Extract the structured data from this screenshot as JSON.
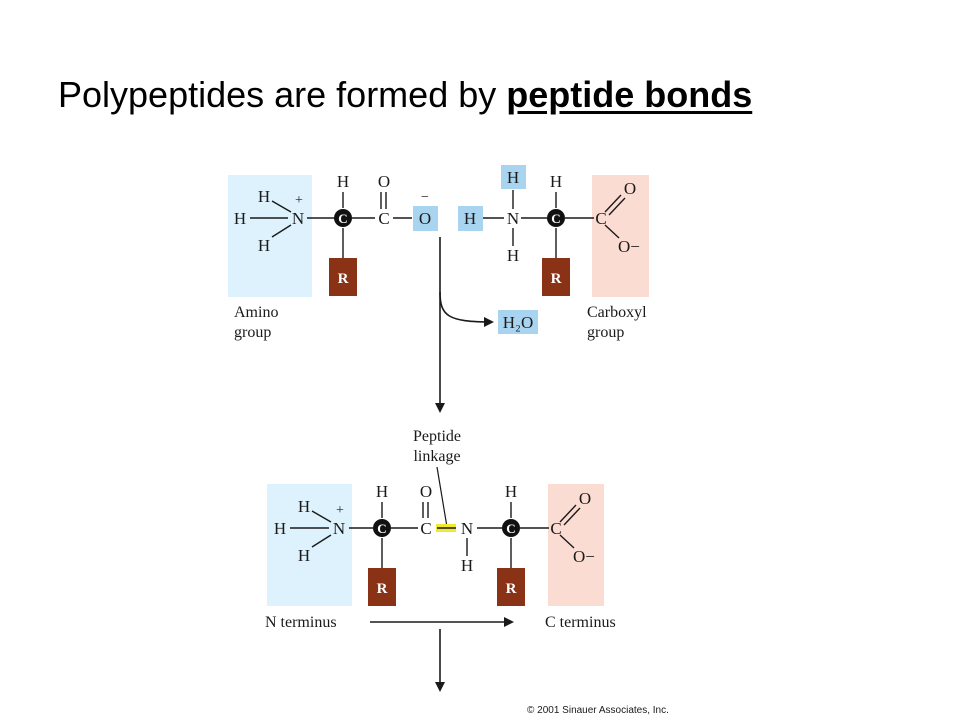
{
  "slide": {
    "title_prefix": "Polypeptides are formed by ",
    "title_emphasis": "peptide bonds"
  },
  "colors": {
    "amino_box": "#ddf2fc",
    "carboxyl_box": "#fbdcd2",
    "removed_atoms": "#a9d4f0",
    "r_group": "#8a3216",
    "peptide_bond": "#f2e82e"
  },
  "labels": {
    "H": "H",
    "N": "N",
    "C": "C",
    "O": "O",
    "R": "R",
    "plus": "+",
    "minus": "−",
    "O_minus": "O−",
    "amino_group_1": "Amino",
    "amino_group_2": "group",
    "carboxyl_group_1": "Carboxyl",
    "carboxyl_group_2": "group",
    "water": "H₂O",
    "peptide_linkage_1": "Peptide",
    "peptide_linkage_2": "linkage",
    "n_terminus": "N terminus",
    "c_terminus": "C terminus",
    "copyright": "© 2001 Sinauer Associates, Inc."
  }
}
